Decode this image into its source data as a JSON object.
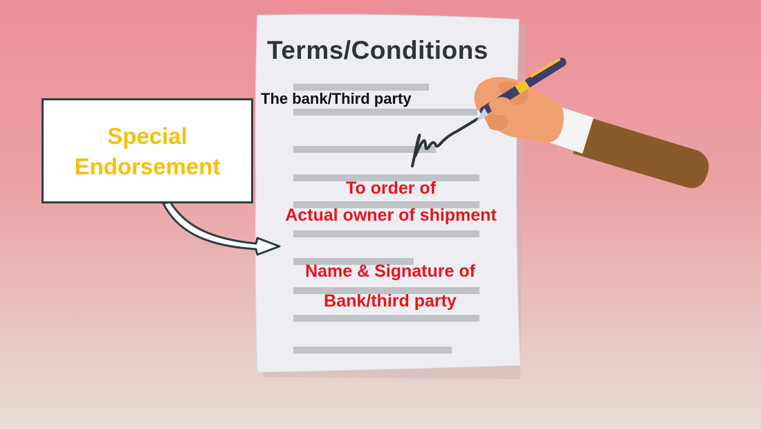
{
  "document": {
    "title": "Terms/Conditions",
    "party_line": "The bank/Third party",
    "order_line1": "To order of",
    "order_line2": "Actual owner of shipment",
    "signature_line1": "Name & Signature of",
    "signature_line2": "Bank/third party"
  },
  "callout": {
    "text": "Special\nEndorsement"
  },
  "colors": {
    "background_top": "#ec8f97",
    "background_bottom": "#e8dcd6",
    "paper": "#eeeef2",
    "text_lines": "#bfc2c6",
    "title_text": "#2e3539",
    "red_text": "#e8141c",
    "callout_text": "#f2c10e",
    "sleeve": "#8b5a2b",
    "skin": "#f0a070",
    "pen": "#3d3f6a",
    "pen_gold": "#f2c230"
  },
  "icons": [
    "document-icon",
    "hand-with-pen-icon",
    "signature-icon",
    "callout-arrow-icon"
  ]
}
